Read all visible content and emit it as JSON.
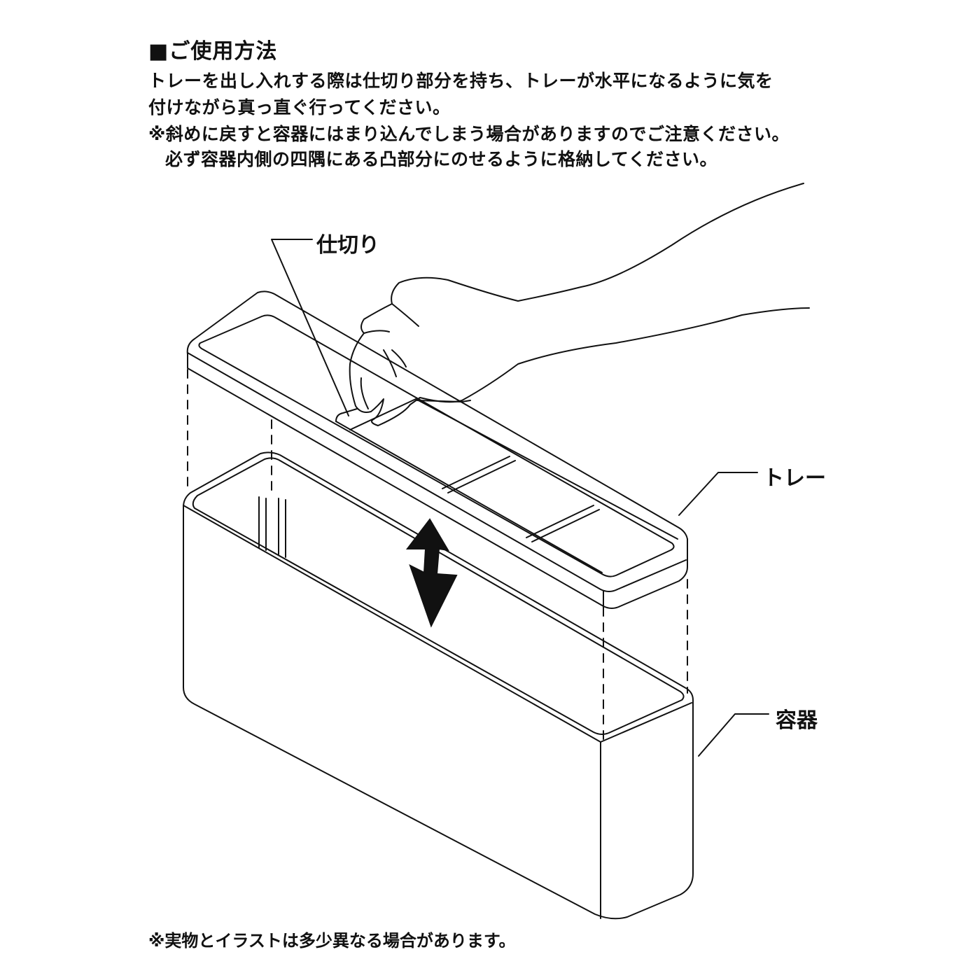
{
  "instructions": {
    "heading": "■ご使用方法",
    "line1": "トレーを出し入れする際は仕切り部分を持ち、トレーが水平になるように気を",
    "line2": "付けながら真っ直ぐ行ってください。",
    "line3": "※斜めに戻すと容器にはまり込んでしまう場合がありますのでご注意ください。",
    "line4": "必ず容器内側の四隅にある凸部分にのせるように格納してください。"
  },
  "labels": {
    "partition": "仕切り",
    "tray": "トレー",
    "container": "容器"
  },
  "footnote": "※実物とイラストは多少異なる場合があります。"
}
